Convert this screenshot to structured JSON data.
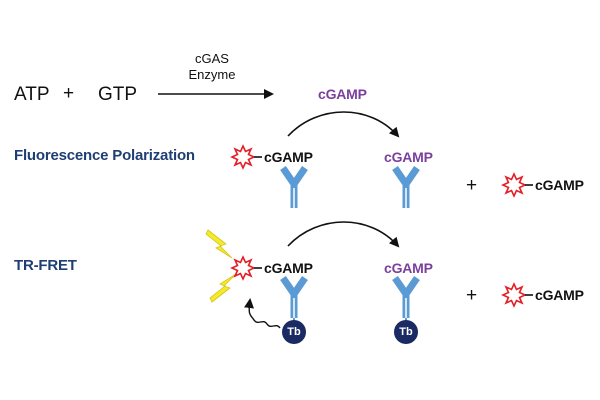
{
  "colors": {
    "product": "#7b3f9d",
    "method": "#1f3f73",
    "antibody": "#5b9bd5",
    "fluor_star": "#e41e26",
    "lightning": "#f3ea2a",
    "terbium": "#1b2a63",
    "text": "#111111"
  },
  "reaction": {
    "substrate_1": "ATP",
    "plus": "+",
    "substrate_2": "GTP",
    "enzyme_line_1": "cGAS",
    "enzyme_line_2": "Enzyme",
    "product": "cGAMP"
  },
  "fp": {
    "title": "Fluorescence Polarization",
    "bound_tracer": "cGAMP",
    "displaced_by": "cGAMP",
    "plus": "+",
    "free_tracer": "cGAMP"
  },
  "trfret": {
    "title": "TR-FRET",
    "bound_tracer": "cGAMP",
    "donor_1": "Tb",
    "displaced_by": "cGAMP",
    "donor_2": "Tb",
    "plus": "+",
    "free_tracer": "cGAMP"
  },
  "icons": [
    "fluorophore-star-icon",
    "antibody-icon",
    "lightning-bolt-icon",
    "terbium-donor-icon",
    "curved-arrow-icon",
    "squiggle-arrow-icon"
  ]
}
